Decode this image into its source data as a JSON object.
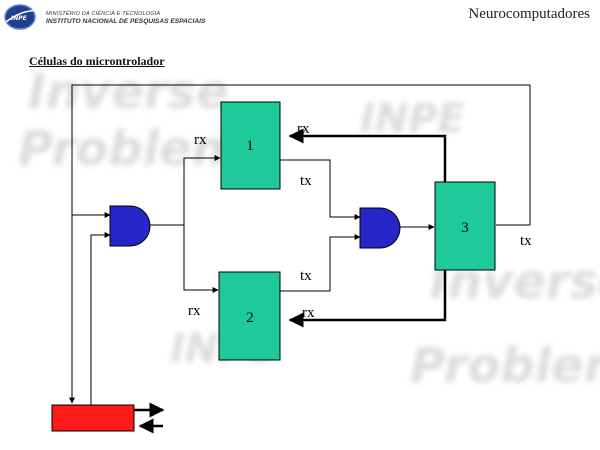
{
  "header": {
    "logo_line1": "MINISTÉRIO DA CIÊNCIA E TECNOLOGIA",
    "logo_line2": "INSTITUTO NACIONAL DE PESQUISAS ESPACIAIS",
    "logo_badge": "INPE",
    "title": "Neurocomputadores"
  },
  "section": {
    "title": "Células do microntrolador"
  },
  "watermark": [
    "Inverse",
    "Problem",
    "INPE",
    "Inverse",
    "INPE",
    "Problem"
  ],
  "cells": [
    {
      "label": "1"
    },
    {
      "label": "2"
    },
    {
      "label": "3"
    }
  ],
  "signal_labels": {
    "cell1_rx_left": "rx",
    "cell1_rx_right": "rx",
    "cell1_tx": "tx",
    "cell2_tx": "tx",
    "cell2_rx_left": "rx",
    "cell2_rx_right": "rx",
    "cell3_tx": "tx"
  },
  "colors": {
    "cell_fill": "#1ec99a",
    "gate_fill": "#2626c8",
    "controller_fill": "#ff1a1a",
    "line": "#000000",
    "watermark": "#dcdcdc"
  }
}
